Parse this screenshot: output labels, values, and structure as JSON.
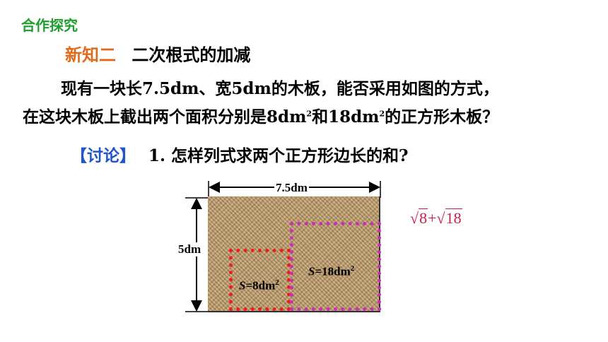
{
  "section_tag": "合作探究",
  "title": {
    "tag": "新知二",
    "text": "二次根式的加减"
  },
  "problem": {
    "line1": "现有一块长7.5dm、宽5dm的木板，能否采用如图的方式，",
    "line2_pre": "在这块木板上截出两个面积分别是8dm",
    "line2_sup1": "2",
    "line2_mid": "和18dm",
    "line2_sup2": "2",
    "line2_post": "的正方形木板？"
  },
  "discussion": {
    "tag": "【讨论】",
    "question": "1. 怎样列式求两个正方形边长的和?"
  },
  "figure": {
    "width_label": "7.5dm",
    "height_label": "5dm",
    "small_square": {
      "var": "S",
      "value": "=8dm",
      "sup": "2"
    },
    "large_square": {
      "var": "S",
      "value": "=18dm",
      "sup": "2"
    },
    "colors": {
      "small_border": "#ee1c1c",
      "large_border": "#cc2dbb",
      "wood": "#c2a377"
    }
  },
  "answer": {
    "sqrt1": "8",
    "plus": "+",
    "sqrt2": "18",
    "radical": "√"
  }
}
